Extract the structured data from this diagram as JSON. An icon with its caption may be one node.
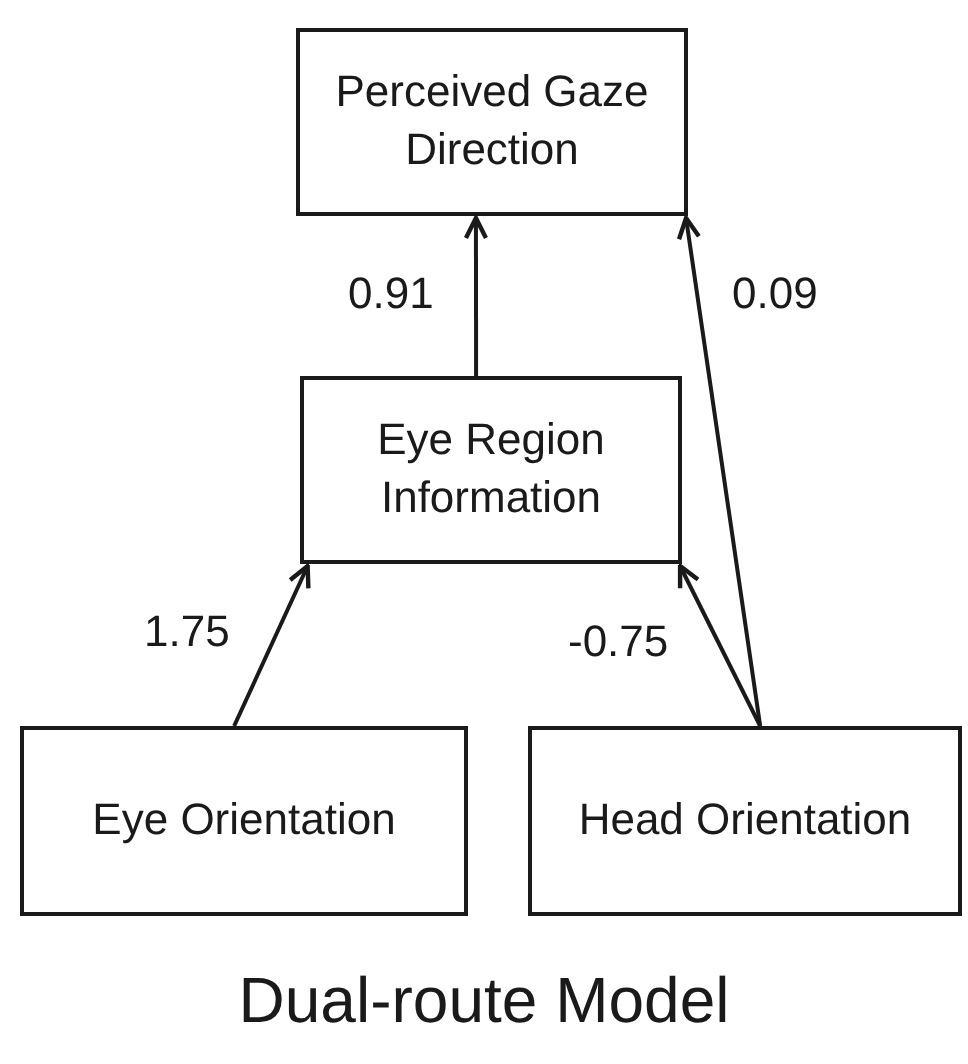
{
  "diagram": {
    "title": "Dual-route Model",
    "nodes": [
      {
        "text": [
          "Perceived Gaze Direction"
        ]
      },
      {
        "text": [
          "Eye Region Information"
        ]
      },
      {
        "text": [
          "Eye Orientation"
        ]
      },
      {
        "text": [
          "Head Orientation"
        ]
      }
    ],
    "edges": [
      {
        "from": 1,
        "to": 0,
        "arrow": "to",
        "label": "0.91"
      },
      {
        "from": 2,
        "to": 1,
        "arrow": "to",
        "label": "1.75"
      },
      {
        "from": 3,
        "to": 1,
        "arrow": "to",
        "label": "-0.75"
      },
      {
        "from": 3,
        "to": 0,
        "arrow": "to",
        "label": "0.09"
      }
    ]
  }
}
